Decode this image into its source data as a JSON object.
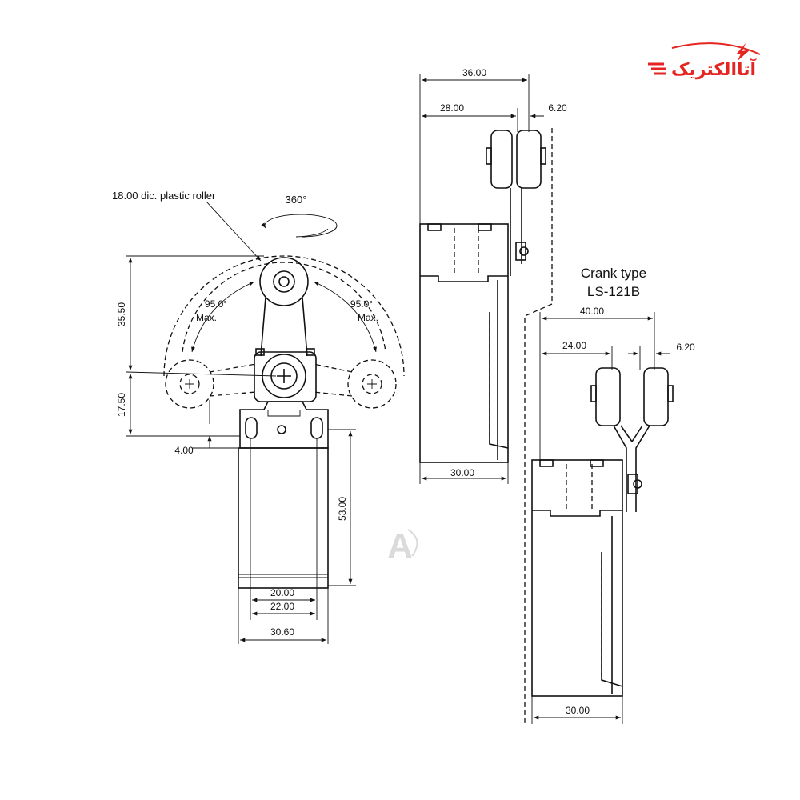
{
  "logo": {
    "text": "آتاالکتریک",
    "color": "#e52521"
  },
  "watermark": {
    "letter": "A"
  },
  "left_view": {
    "roller_note": "18.00 dic. plastic roller",
    "rotation": "360°",
    "angle_left": "95.0°",
    "angle_left_max": "Max.",
    "angle_right": "95.0°",
    "angle_right_max": "Max.",
    "dims": {
      "height_top": "35.50",
      "height_mid": "17.50",
      "offset": "4.00",
      "body_height": "53.00",
      "hole_spacing": "20.00",
      "flange_width": "22.00",
      "body_width": "30.60"
    }
  },
  "middle_view": {
    "dims": {
      "overall": "36.00",
      "roller_offset": "28.00",
      "roller_width": "6.20",
      "body_width": "30.00"
    }
  },
  "right_view": {
    "title": "Crank type",
    "model": "LS-121B",
    "dims": {
      "overall": "40.00",
      "roller_offset": "24.00",
      "roller_width": "6.20",
      "body_width": "30.00"
    }
  }
}
